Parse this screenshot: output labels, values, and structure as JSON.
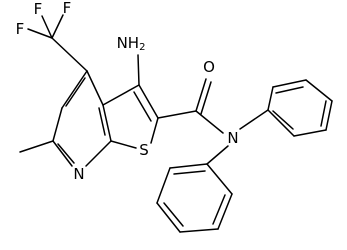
{
  "atoms": {
    "f_left": "F",
    "f_top1": "F",
    "f_top2": "F",
    "amine": "NH",
    "amine_sub": "2",
    "oxygen": "O",
    "pyridine_n": "N",
    "sulfur": "S",
    "amide_n": "N"
  }
}
